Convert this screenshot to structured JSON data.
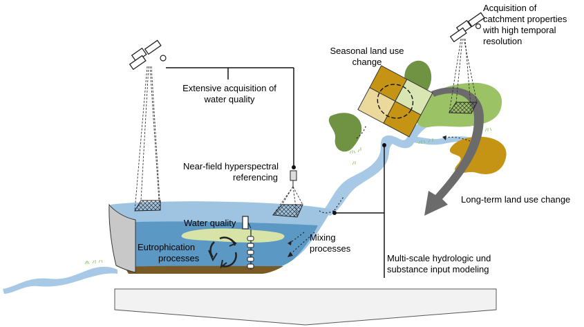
{
  "labels": {
    "catchment": [
      "Acquisition of",
      "catchment properties",
      "with high temporal",
      "resolution"
    ],
    "seasonal": [
      "Seasonal land use",
      "change"
    ],
    "extensive": [
      "Extensive acquisition of",
      "water quality"
    ],
    "nearfield": [
      "Near-field hyperspectral",
      "referencing"
    ],
    "longterm": "Long-term land use change",
    "water_quality": "Water quality",
    "eutrophication": [
      "Eutrophication",
      "processes"
    ],
    "mixing": [
      "Mixing",
      "processes"
    ],
    "hydrologic": [
      "Multi-scale hydrologic und",
      "substance input modeling"
    ]
  },
  "icons": {
    "satellite_left": "satellite-icon",
    "satellite_right": "satellite-icon",
    "sensor": "hyperspectral-sensor-icon",
    "sensor_string": "sensor-chain-icon"
  },
  "colors": {
    "water_light": "#9ec4e2",
    "water_dark": "#5b98c3",
    "river": "#a7c9e6",
    "algae": "#d8e3a8",
    "sediment": "#7a5a24",
    "field_dark_green": "#6f9343",
    "field_light_green": "#9cc266",
    "field_ochre": "#c59415",
    "field_pale": "#ead99b",
    "arrow_grey": "#6b6b6b",
    "wall_grey": "#c8c8c8"
  }
}
